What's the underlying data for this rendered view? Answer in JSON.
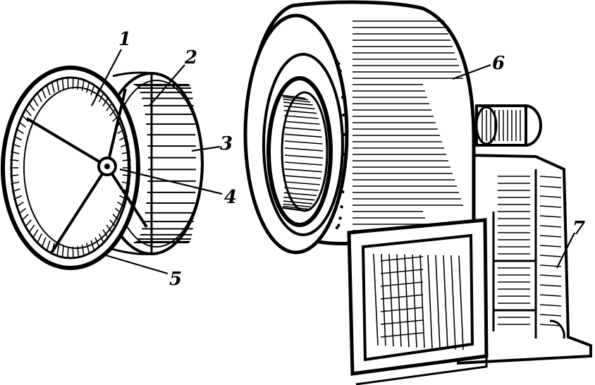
{
  "diagram": {
    "labels": [
      {
        "id": "impeller-front-disk",
        "text": "1"
      },
      {
        "id": "impeller-blades",
        "text": "2"
      },
      {
        "id": "impeller-rear-disk",
        "text": "3"
      },
      {
        "id": "impeller-hub",
        "text": "4"
      },
      {
        "id": "impeller-inlet-ring",
        "text": "5"
      },
      {
        "id": "spiral-casing",
        "text": "6"
      },
      {
        "id": "motor-frame",
        "text": "7"
      }
    ],
    "colors": {
      "ink": "#000000",
      "paper": "#ffffff"
    }
  }
}
